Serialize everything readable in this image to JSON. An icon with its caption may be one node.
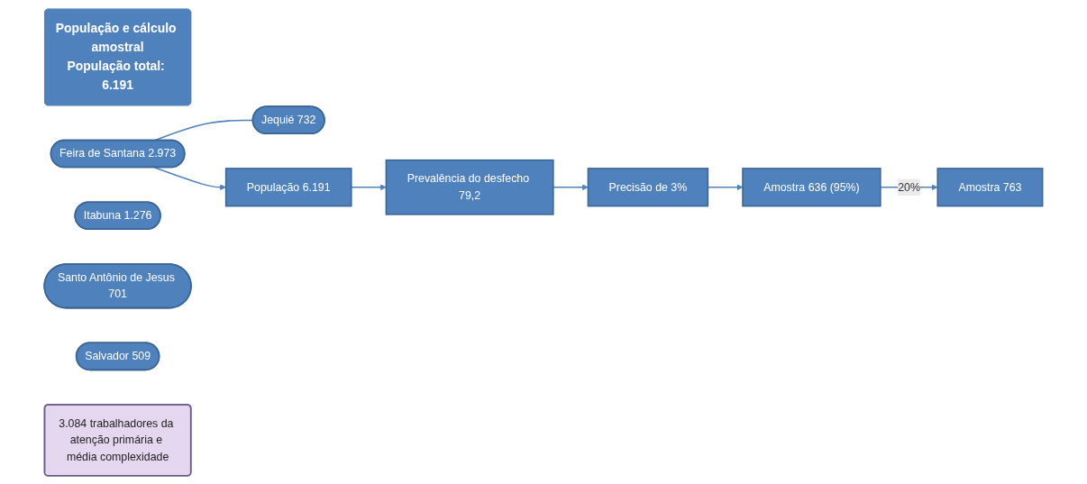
{
  "diagram": {
    "nodes": [
      {
        "text": [
          "População e cálculo amostral",
          "População total: 6.191"
        ]
      },
      {
        "text": [
          "Feira de Santana 2.973"
        ]
      },
      {
        "text": [
          "Itabuna 1.276"
        ]
      },
      {
        "text": [
          "Santo Antônio de Jesus 701"
        ]
      },
      {
        "text": [
          "Salvador 509"
        ]
      },
      {
        "text": [
          "Jequié 732"
        ]
      },
      {
        "text": [
          "População 6.191"
        ]
      },
      {
        "text": [
          "Prevalência do desfecho 79,2"
        ]
      },
      {
        "text": [
          "Precisão de 3%"
        ]
      },
      {
        "text": [
          "Amostra 636 (95%)"
        ]
      },
      {
        "text": [
          "3.084 trabalhadores da atenção primária e média complexidade"
        ]
      },
      {
        "text": [
          "Amostra 763"
        ]
      }
    ],
    "edges": [
      {
        "from": 1,
        "to": 5,
        "arrow": "none"
      },
      {
        "from": 1,
        "to": 6,
        "arrow": "to"
      },
      {
        "from": 6,
        "to": 7,
        "arrow": "to"
      },
      {
        "from": 7,
        "to": 8,
        "arrow": "to"
      },
      {
        "from": 8,
        "to": 9,
        "arrow": "to"
      },
      {
        "from": 9,
        "to": 11,
        "label": "20%",
        "arrow": "to"
      }
    ]
  }
}
